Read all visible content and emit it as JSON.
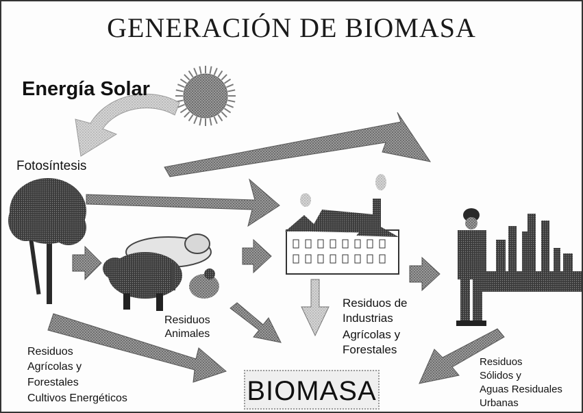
{
  "title": "GENERACIÓN DE BIOMASA",
  "energia_solar": "Energía Solar",
  "fotosintesis": "Fotosíntesis",
  "residuos_animales": [
    "Residuos",
    "Animales"
  ],
  "residuos_industrias": [
    "Residuos de",
    "Industrias",
    "Agrícolas y",
    "Forestales"
  ],
  "residuos_agricolas": [
    "Residuos",
    "Agrícolas y",
    "Forestales",
    "Cultivos Energéticos"
  ],
  "residuos_solidos": [
    "Residuos",
    "Sólidos y",
    "Aguas Residuales",
    "Urbanas"
  ],
  "biomasa": "BIOMASA",
  "icons": [
    "sun-icon",
    "tree-icon",
    "animals-icon",
    "factory-icon",
    "city-icon",
    "person-icon"
  ],
  "colors": {
    "arrow": "#6e6e6e",
    "sun": "#8a8a8a",
    "sun_arrow": "#c2c2c2"
  }
}
